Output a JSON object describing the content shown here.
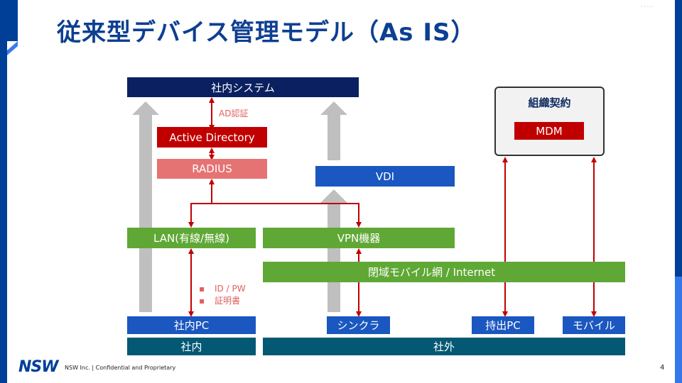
{
  "slide": {
    "title": "従来型デバイス管理モデル（As IS）",
    "page_number": "4",
    "watermark": "ﾞﾟﾞﾟ",
    "footer": {
      "logo": "NSW",
      "text": "NSW Inc. | Confidential and Proprietary"
    }
  },
  "diagram": {
    "nodes": {
      "internal_system": "社内システム",
      "active_directory": "Active Directory",
      "radius": "RADIUS",
      "vdi": "VDI",
      "lan": "LAN(有線/無線)",
      "vpn": "VPN機器",
      "mobile_network": "閉域モバイル網 / Internet",
      "internal_pc": "社内PC",
      "thin_client": "シンクラ",
      "laptop": "持出PC",
      "mobile": "モバイル",
      "zone_internal": "社内",
      "zone_external": "社外",
      "org_contract": "組織契約",
      "mdm": "MDM"
    },
    "labels": {
      "ad_auth": "AD認証",
      "auth_methods": [
        "ID / PW",
        "証明書"
      ],
      "bullet": "▪"
    },
    "colors": {
      "navy": "#0a2060",
      "red": "#c00000",
      "pink": "#e57373",
      "blue": "#1a57c0",
      "green": "#5fa835",
      "teal": "#035873",
      "arrow_gray": "#bfbfbf",
      "connector_red": "#c00000"
    }
  }
}
